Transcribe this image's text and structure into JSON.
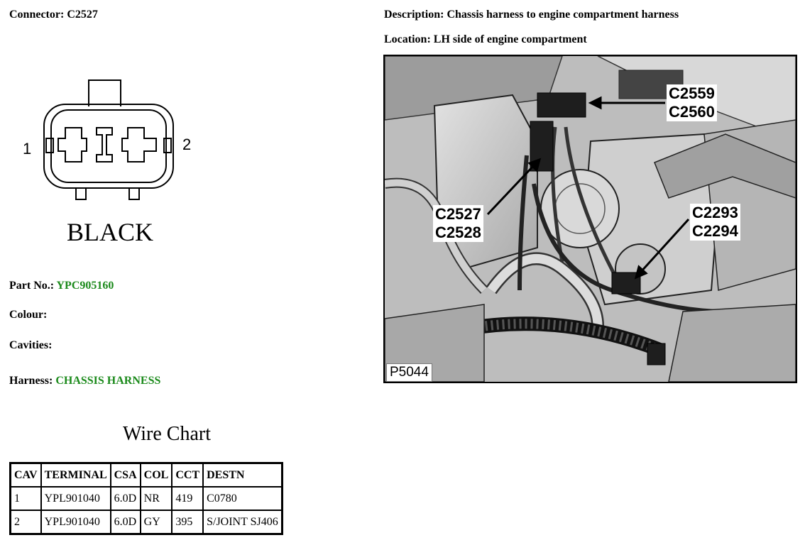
{
  "connector": {
    "label": "Connector:",
    "value": "C2527"
  },
  "description": {
    "label": "Description:",
    "value": "Chassis harness to engine compartment harness"
  },
  "location": {
    "label": "Location:",
    "value": "LH side of engine compartment"
  },
  "diagram": {
    "pin_left": "1",
    "pin_right": "2",
    "color_text": "BLACK"
  },
  "part_no": {
    "label": "Part No.:",
    "value": "YPC905160"
  },
  "colour": {
    "label": "Colour:",
    "value": ""
  },
  "cavities": {
    "label": "Cavities:",
    "value": ""
  },
  "harness": {
    "label": "Harness:",
    "value": "CHASSIS HARNESS"
  },
  "photo": {
    "callouts": [
      {
        "lines": [
          "C2559",
          "C2560"
        ]
      },
      {
        "lines": [
          "C2527",
          "C2528"
        ]
      },
      {
        "lines": [
          "C2293",
          "C2294"
        ]
      }
    ],
    "ref": "P5044"
  },
  "wire_chart": {
    "title": "Wire Chart",
    "headers": [
      "CAV",
      "TERMINAL",
      "CSA",
      "COL",
      "CCT",
      "DESTN"
    ],
    "rows": [
      [
        "1",
        "YPL901040",
        "6.0D",
        "NR",
        "419",
        "C0780"
      ],
      [
        "2",
        "YPL901040",
        "6.0D",
        "GY",
        "395",
        "S/JOINT SJ406"
      ]
    ]
  },
  "colors": {
    "accent_green": "#1b8a1b"
  }
}
